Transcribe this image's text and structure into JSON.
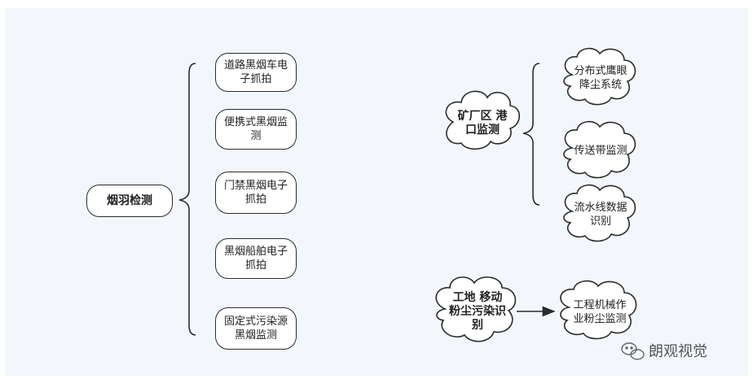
{
  "root": {
    "label": "烟羽检测"
  },
  "branches": [
    {
      "label": "道路黑烟车电\n子抓拍"
    },
    {
      "label": "便携式黑烟监\n测"
    },
    {
      "label": "门禁黑烟电子\n抓拍"
    },
    {
      "label": "黑烟船舶电子\n抓拍"
    },
    {
      "label": "固定式污染源\n黑烟监测"
    }
  ],
  "mine_port": {
    "label": "矿厂区 港\n口监测",
    "children": [
      {
        "label": "分布式鹰眼\n降尘系统"
      },
      {
        "label": "传送带监测"
      },
      {
        "label": "流水线数据\n识别"
      }
    ]
  },
  "construction": {
    "label": "工地 移动\n粉尘污染识\n别",
    "child": {
      "label": "工程机械作\n业粉尘监测"
    }
  },
  "watermark": {
    "text": "朗观视觉",
    "icon": "wechat-icon"
  }
}
